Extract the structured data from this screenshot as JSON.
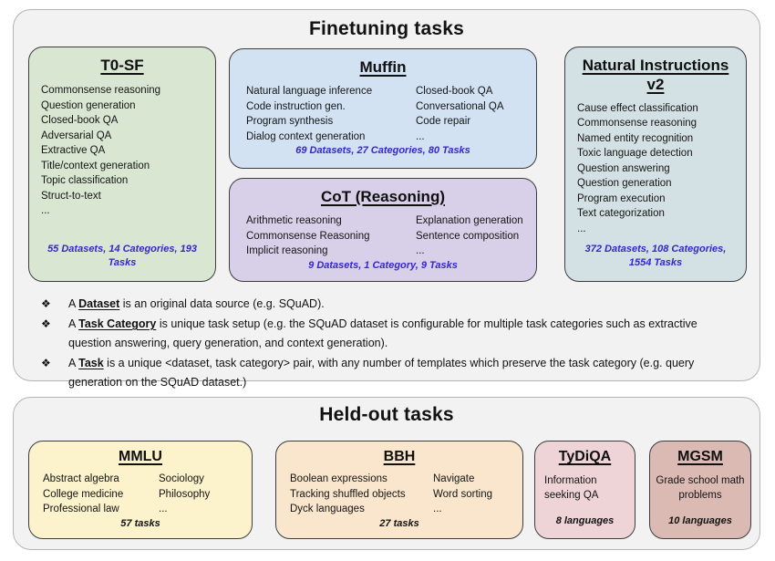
{
  "colors": {
    "container_bg": "#f2f2f2",
    "t0sf_bg": "#d9e7d2",
    "muffin_bg": "#d2e2f3",
    "cot_bg": "#d8d0e9",
    "niv2_bg": "#d3e0e4",
    "mmlu_bg": "#fcf2cb",
    "bbh_bg": "#f9e6cd",
    "tydiqa_bg": "#eed4d6",
    "mgsm_bg": "#dcbab4",
    "stats_blue": "#3526cf"
  },
  "finetuning": {
    "title": "Finetuning tasks",
    "t0sf": {
      "title": "T0-SF",
      "items": [
        "Commonsense reasoning",
        "Question generation",
        "Closed-book QA",
        "Adversarial QA",
        "Extractive QA",
        "Title/context generation",
        "Topic classification",
        "Struct-to-text",
        "..."
      ],
      "stats": "55 Datasets, 14 Categories, 193 Tasks"
    },
    "muffin": {
      "title": "Muffin",
      "col1": [
        "Natural language inference",
        "Code instruction gen.",
        "Program synthesis",
        "Dialog context generation"
      ],
      "col2": [
        "Closed-book QA",
        "Conversational QA",
        "Code repair",
        "..."
      ],
      "stats": "69 Datasets, 27 Categories, 80 Tasks"
    },
    "cot": {
      "title": "CoT (Reasoning)",
      "col1": [
        "Arithmetic reasoning",
        "Commonsense Reasoning",
        "Implicit reasoning"
      ],
      "col2": [
        "Explanation generation",
        "Sentence composition",
        "..."
      ],
      "stats": "9 Datasets, 1 Category, 9 Tasks"
    },
    "niv2": {
      "title": "Natural Instructions v2",
      "items": [
        "Cause effect classification",
        "Commonsense reasoning",
        "Named entity recognition",
        "Toxic language detection",
        "Question answering",
        "Question generation",
        "Program execution",
        "Text categorization",
        "..."
      ],
      "stats": "372 Datasets, 108 Categories, 1554 Tasks"
    },
    "notes": {
      "bullet_char": "❖",
      "note1": {
        "pre": "A ",
        "term": "Dataset",
        "rest": " is an original data source (e.g. SQuAD)."
      },
      "note2": {
        "pre": "A ",
        "term": "Task Category",
        "rest": " is unique task setup (e.g. the SQuAD dataset is configurable for multiple task categories such as extractive question answering, query generation, and context generation)."
      },
      "note3": {
        "pre": "A ",
        "term": "Task",
        "rest": " is a unique <dataset, task category> pair, with any number of templates which preserve the task category (e.g. query generation on the SQuAD dataset.)"
      }
    }
  },
  "heldout": {
    "title": "Held-out tasks",
    "mmlu": {
      "title": "MMLU",
      "col1": [
        "Abstract algebra",
        "College medicine",
        "Professional law"
      ],
      "col2": [
        "Sociology",
        "Philosophy",
        "..."
      ],
      "stats": "57 tasks"
    },
    "bbh": {
      "title": "BBH",
      "col1": [
        "Boolean expressions",
        "Tracking shuffled objects",
        "Dyck languages"
      ],
      "col2": [
        "Navigate",
        "Word sorting",
        "..."
      ],
      "stats": "27 tasks"
    },
    "tydiqa": {
      "title": "TyDiQA",
      "body": "Information seeking QA",
      "stats": "8 languages"
    },
    "mgsm": {
      "title": "MGSM",
      "body": "Grade school math problems",
      "stats": "10 languages"
    }
  }
}
